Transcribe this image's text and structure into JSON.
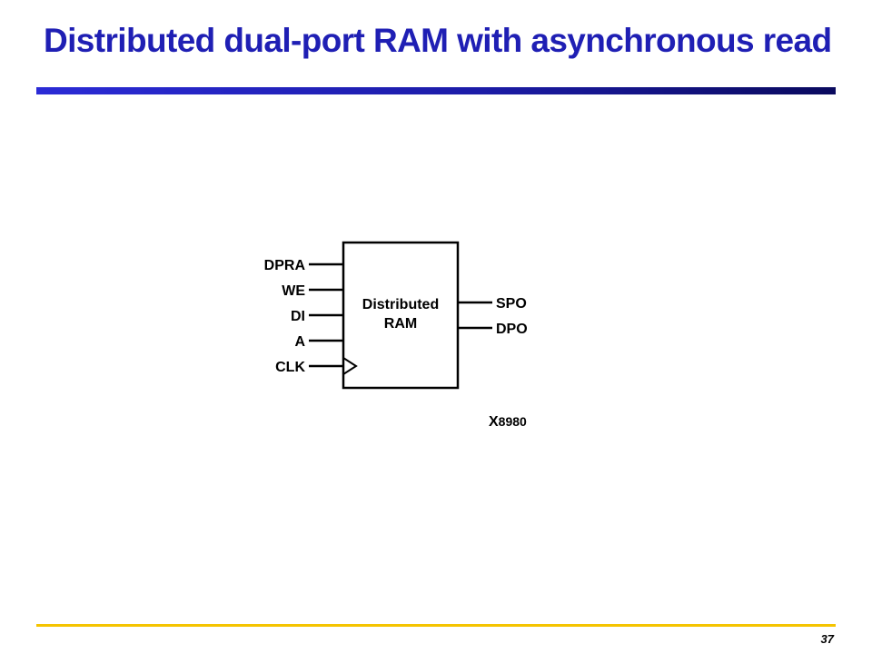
{
  "slide": {
    "title": "Distributed dual-port RAM with asynchronous read",
    "page_number": "37"
  },
  "diagram": {
    "block_label_line1": "Distributed",
    "block_label_line2": "RAM",
    "inputs": [
      "DPRA",
      "WE",
      "DI",
      "A",
      "CLK"
    ],
    "outputs": [
      "SPO",
      "DPO"
    ],
    "figure_id_prefix": "X",
    "figure_id_number": "8980"
  },
  "colors": {
    "title": "#1f1fb4",
    "title_rule": "#1c1ca8",
    "footer_rule": "#f5c400"
  }
}
